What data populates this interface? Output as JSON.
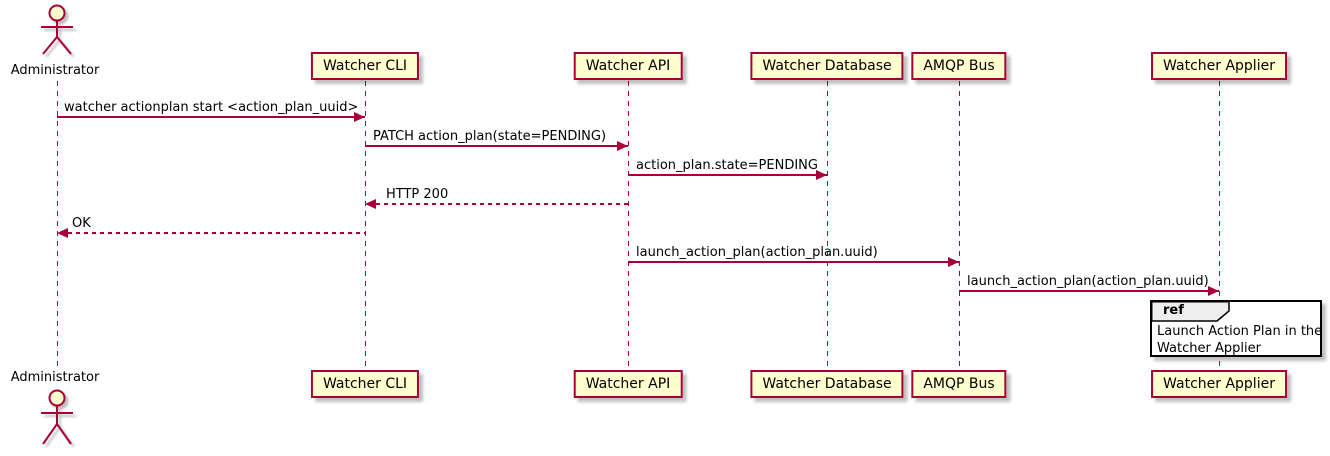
{
  "accent_color": "#A80036",
  "participant_fill": "#FEFECE",
  "actor": {
    "label": "Administrator"
  },
  "participants": [
    {
      "label": "Watcher CLI"
    },
    {
      "label": "Watcher API"
    },
    {
      "label": "Watcher Database"
    },
    {
      "label": "AMQP Bus"
    },
    {
      "label": "Watcher Applier"
    }
  ],
  "messages": [
    {
      "label": "watcher actionplan start <action_plan_uuid>",
      "from": "Administrator",
      "to": "Watcher CLI",
      "line": "solid",
      "direction": "right"
    },
    {
      "label": "PATCH action_plan(state=PENDING)",
      "from": "Watcher CLI",
      "to": "Watcher API",
      "line": "solid",
      "direction": "right"
    },
    {
      "label": "action_plan.state=PENDING",
      "from": "Watcher API",
      "to": "Watcher Database",
      "line": "solid",
      "direction": "right"
    },
    {
      "label": "HTTP 200",
      "from": "Watcher API",
      "to": "Watcher CLI",
      "line": "dashed",
      "direction": "left"
    },
    {
      "label": "OK",
      "from": "Watcher CLI",
      "to": "Administrator",
      "line": "dashed",
      "direction": "left"
    },
    {
      "label": "launch_action_plan(action_plan.uuid)",
      "from": "Watcher API",
      "to": "AMQP Bus",
      "line": "solid",
      "direction": "right"
    },
    {
      "label": "launch_action_plan(action_plan.uuid)",
      "from": "AMQP Bus",
      "to": "Watcher Applier",
      "line": "solid",
      "direction": "right"
    }
  ],
  "ref_fragment": {
    "keyword": "ref",
    "line1": "Launch Action Plan in the",
    "line2": "Watcher Applier"
  }
}
